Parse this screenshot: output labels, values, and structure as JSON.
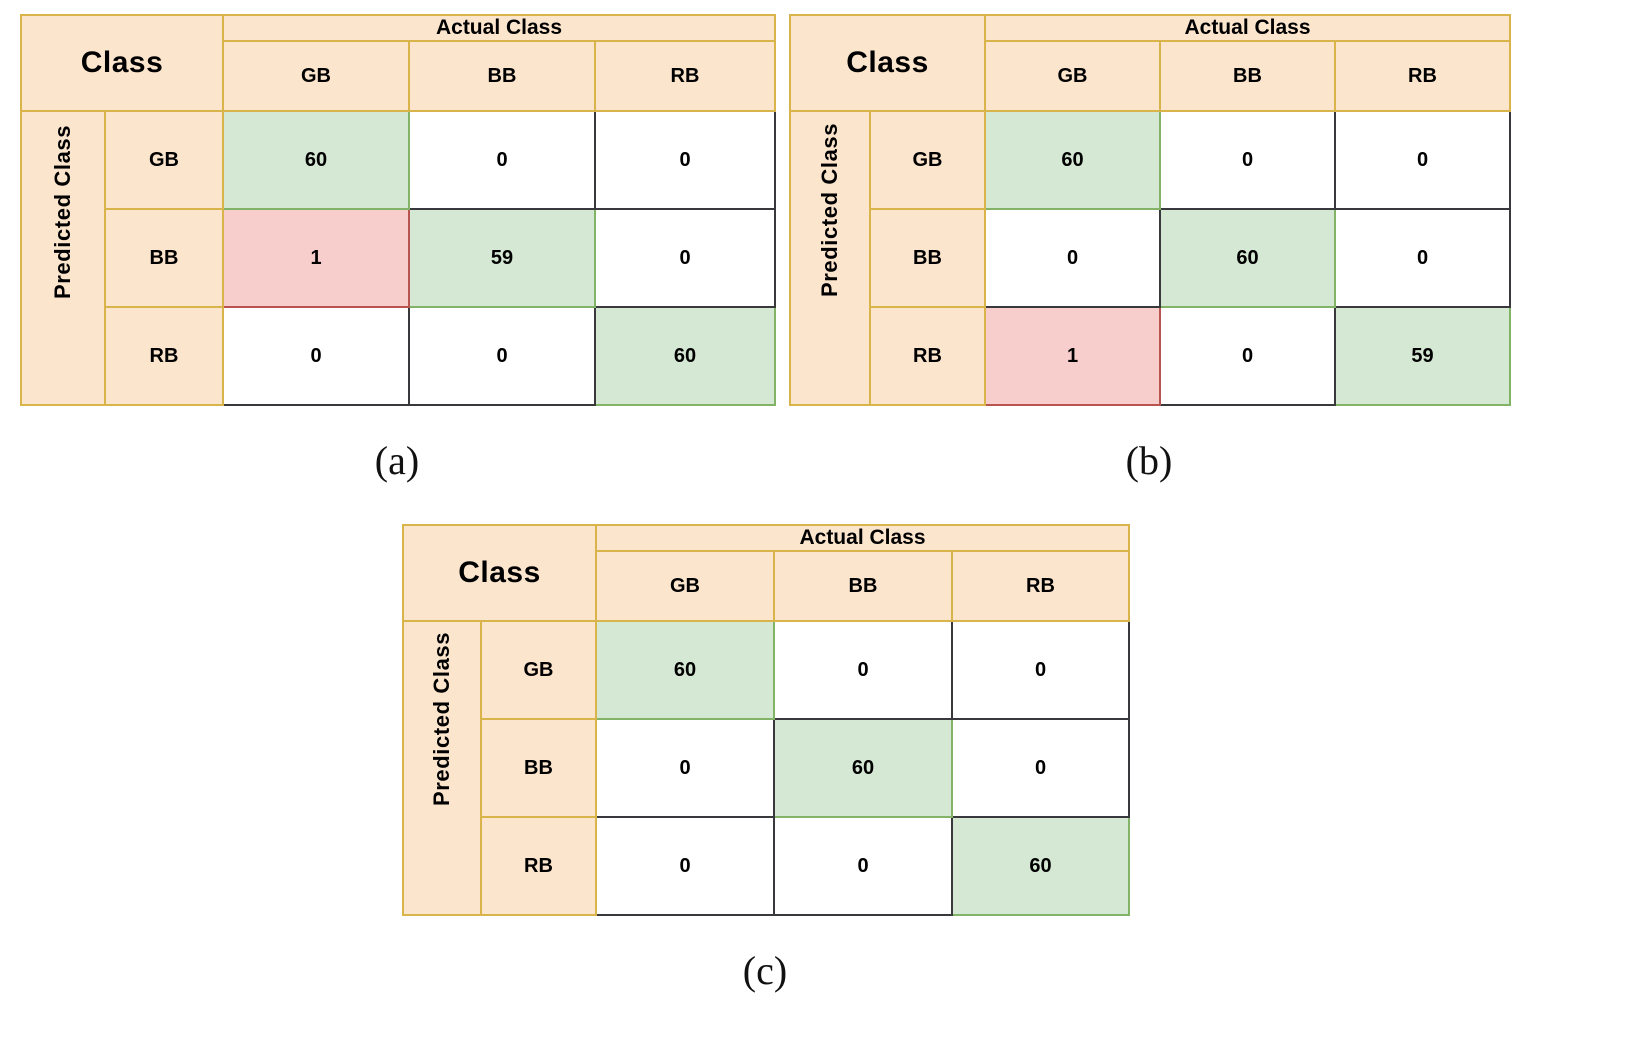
{
  "figure": {
    "background": "#ffffff",
    "colors": {
      "header_fill": "#fce5cd",
      "header_border": "#d9b44a",
      "cell_border": "#38383d",
      "correct_fill": "#d5e8d4",
      "correct_border": "#82b366",
      "error_fill": "#f8cecc",
      "error_border": "#b85450",
      "text": "#000000"
    }
  },
  "labels": {
    "corner": "Class",
    "actual_group": "Actual Class",
    "predicted_group": "Predicted Class",
    "columns": [
      "GB",
      "BB",
      "RB"
    ],
    "rows": [
      "GB",
      "BB",
      "RB"
    ]
  },
  "chart_data": [
    {
      "type": "table",
      "id": "matrix-a",
      "caption": "(a)",
      "title": "Class",
      "xlabel": "Actual Class",
      "ylabel": "Predicted Class",
      "categories": [
        "GB",
        "BB",
        "RB"
      ],
      "rows": [
        "GB",
        "BB",
        "RB"
      ],
      "values": [
        [
          60,
          0,
          0
        ],
        [
          1,
          59,
          0
        ],
        [
          0,
          0,
          60
        ]
      ],
      "cell_states": [
        [
          "correct",
          "plain",
          "plain"
        ],
        [
          "error",
          "correct",
          "plain"
        ],
        [
          "plain",
          "plain",
          "correct"
        ]
      ]
    },
    {
      "type": "table",
      "id": "matrix-b",
      "caption": "(b)",
      "title": "Class",
      "xlabel": "Actual Class",
      "ylabel": "Predicted Class",
      "categories": [
        "GB",
        "BB",
        "RB"
      ],
      "rows": [
        "GB",
        "BB",
        "RB"
      ],
      "values": [
        [
          60,
          0,
          0
        ],
        [
          0,
          60,
          0
        ],
        [
          1,
          0,
          59
        ]
      ],
      "cell_states": [
        [
          "correct",
          "plain",
          "plain"
        ],
        [
          "plain",
          "correct",
          "plain"
        ],
        [
          "error",
          "plain",
          "correct"
        ]
      ]
    },
    {
      "type": "table",
      "id": "matrix-c",
      "caption": "(c)",
      "title": "Class",
      "xlabel": "Actual Class",
      "ylabel": "Predicted Class",
      "categories": [
        "GB",
        "BB",
        "RB"
      ],
      "rows": [
        "GB",
        "BB",
        "RB"
      ],
      "values": [
        [
          60,
          0,
          0
        ],
        [
          0,
          60,
          0
        ],
        [
          0,
          0,
          60
        ]
      ],
      "cell_states": [
        [
          "correct",
          "plain",
          "plain"
        ],
        [
          "plain",
          "correct",
          "plain"
        ],
        [
          "plain",
          "plain",
          "correct"
        ]
      ]
    }
  ]
}
